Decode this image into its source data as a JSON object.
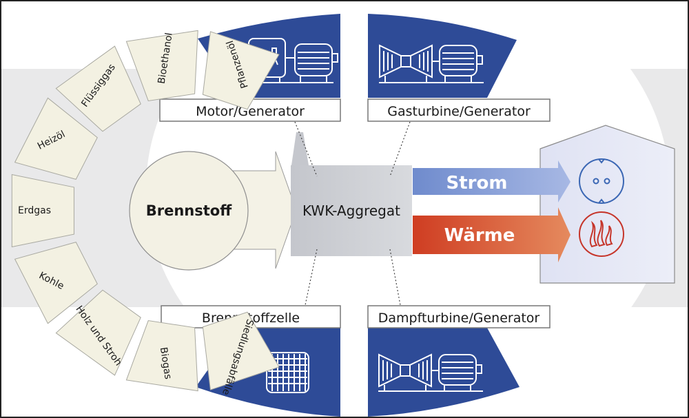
{
  "fuel_sources": [
    {
      "label": "Pflanzenöl"
    },
    {
      "label": "Bioethanol"
    },
    {
      "label": "Flüssiggas"
    },
    {
      "label": "Heizöl"
    },
    {
      "label": "Erdgas"
    },
    {
      "label": "Kohle"
    },
    {
      "label": "Holz und Stroh"
    },
    {
      "label": "Biogas"
    },
    {
      "label": "Siedlungsabfälle"
    }
  ],
  "fuel_hub": {
    "label": "Brennstoff"
  },
  "chp_unit": {
    "label": "KWK-Aggregat"
  },
  "technologies": {
    "top_left": {
      "label": "Motor/Generator",
      "icon": "engine-generator-icon"
    },
    "top_right": {
      "label": "Gasturbine/Generator",
      "icon": "gas-turbine-generator-icon"
    },
    "bottom_left": {
      "label": "Brennstoffzelle",
      "icon": "fuel-cell-icon"
    },
    "bottom_right": {
      "label": "Dampfturbine/Generator",
      "icon": "steam-turbine-generator-icon"
    }
  },
  "outputs": {
    "electricity": {
      "label": "Strom",
      "icon": "power-socket-icon"
    },
    "heat": {
      "label": "Wärme",
      "icon": "heat-flame-icon"
    }
  },
  "colors": {
    "panel_blue": "#2e4b97",
    "electricity_arrow": "#7b95d3",
    "heat_arrow": "#d2452a",
    "fuel_fill": "#f3f1e4",
    "chp_gray": "#c9cbd1",
    "house_fill": "#e6e8f5",
    "band_gray": "#e8e8e8"
  }
}
